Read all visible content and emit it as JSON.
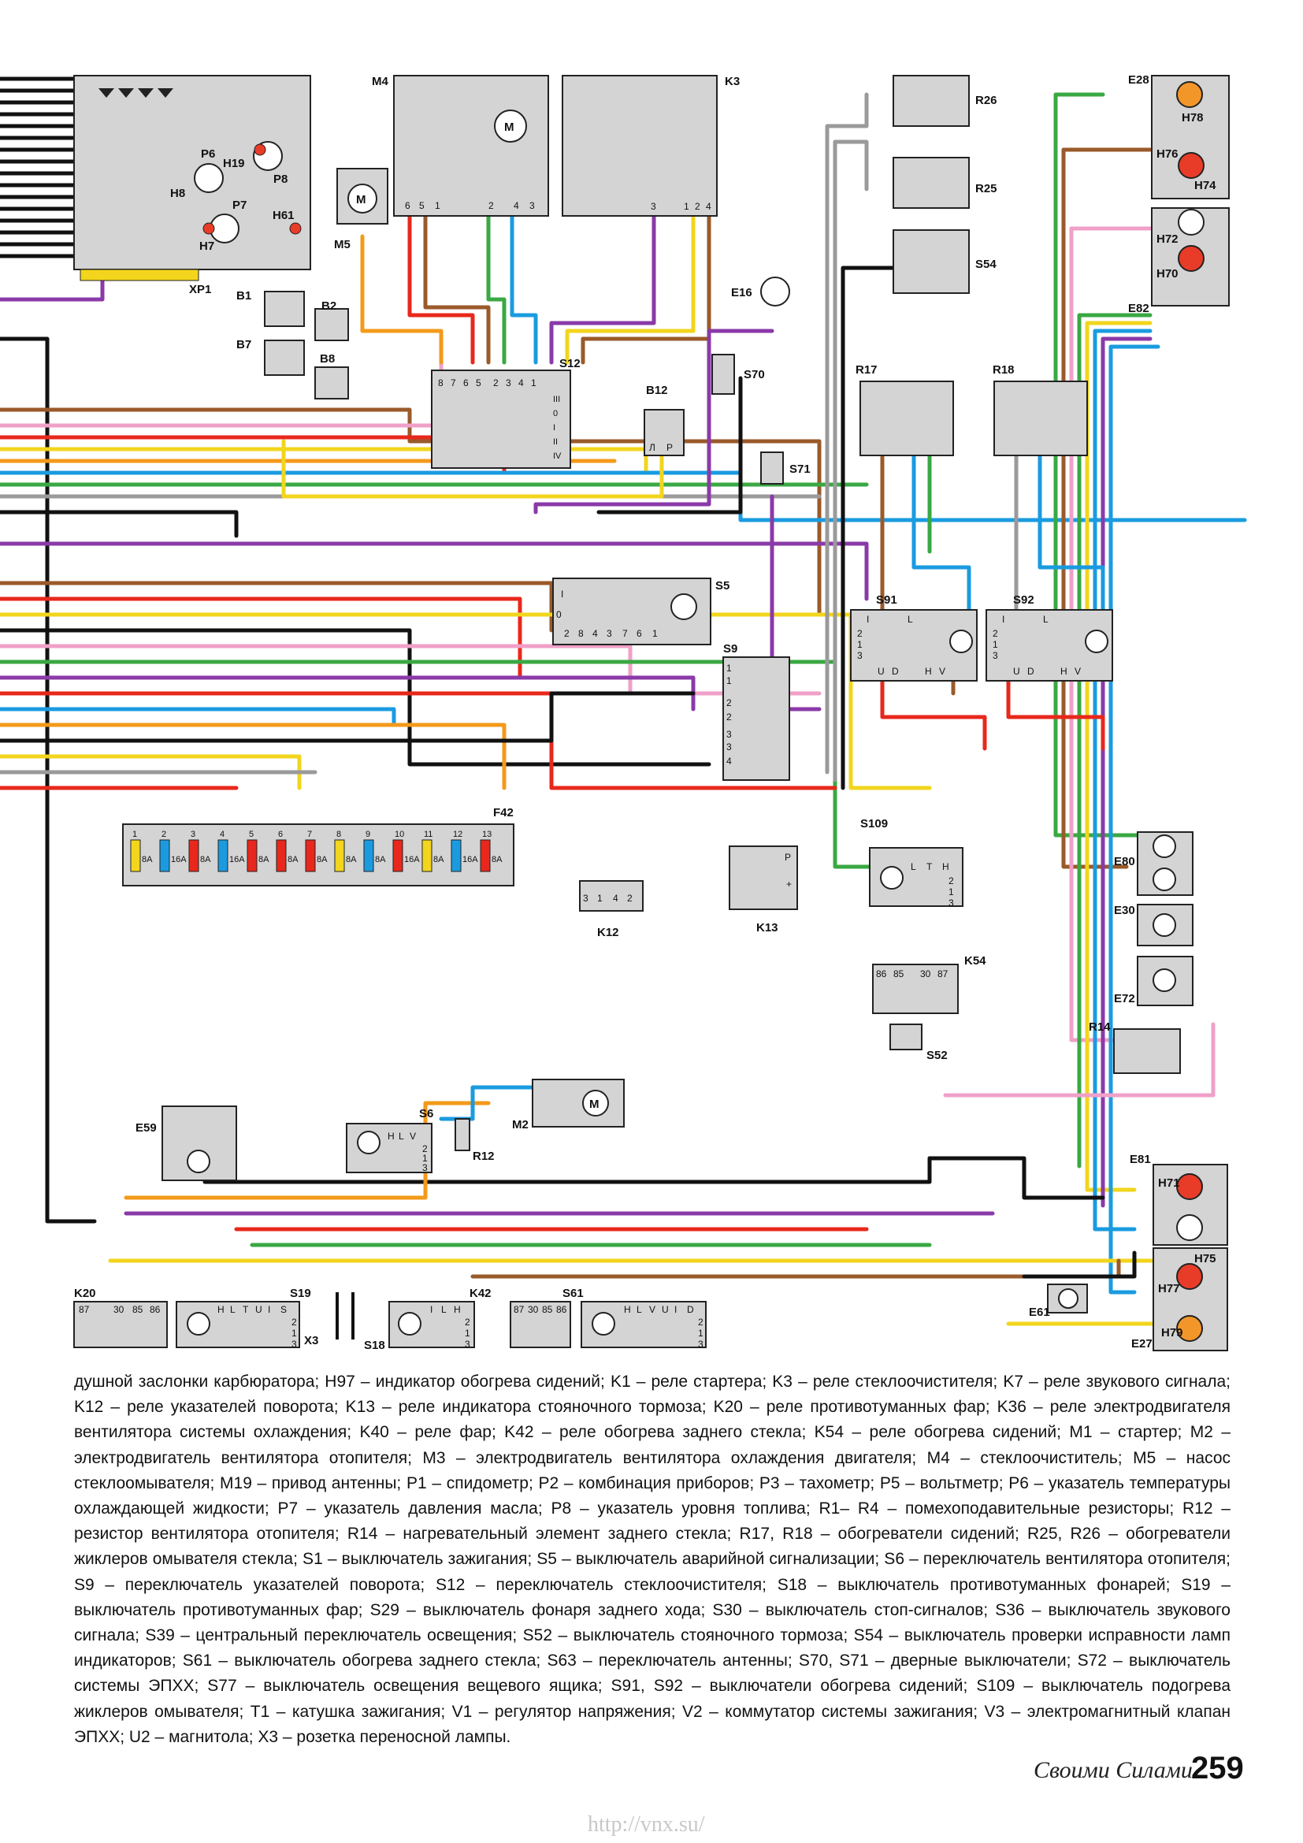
{
  "components": {
    "M4": "M4",
    "M5": "M5",
    "K3": "K3",
    "R26": "R26",
    "R25": "R25",
    "S54": "S54",
    "E28": "E28",
    "H78": "H78",
    "H76": "H76",
    "H74": "H74",
    "H72": "H72",
    "H70": "H70",
    "E82": "E82",
    "P6": "P6",
    "H19": "H19",
    "H8": "H8",
    "P8": "P8",
    "P7": "P7",
    "H7": "H7",
    "H61": "H61",
    "XP1": "XP1",
    "B1": "B1",
    "B2": "B2",
    "B7": "B7",
    "B8": "B8",
    "S12": "S12",
    "E16": "E16",
    "S70": "S70",
    "S71": "S71",
    "B12": "B12",
    "R17": "R17",
    "R18": "R18",
    "S5": "S5",
    "S9": "S9",
    "S91": "S91",
    "S92": "S92",
    "F42": "F42",
    "S109": "S109",
    "E80": "E80",
    "E30": "E30",
    "E72": "E72",
    "K12": "K12",
    "K13": "K13",
    "K54": "K54",
    "S52": "S52",
    "R14": "R14",
    "E59": "E59",
    "S6": "S6",
    "M2": "M2",
    "R12": "R12",
    "E81": "E81",
    "H71": "H71",
    "H75": "H75",
    "H77": "H77",
    "E61": "E61",
    "H79": "H79",
    "E27": "E27",
    "K20": "K20",
    "S19": "S19",
    "X3": "X3",
    "S18": "S18",
    "K42": "K42",
    "S61": "S61"
  },
  "pins": {
    "m4": [
      "6",
      "5",
      "1",
      "2",
      "4",
      "3"
    ],
    "k3": [
      "3",
      "1",
      "2",
      "4"
    ],
    "s12": [
      "8",
      "7",
      "6",
      "5",
      "2",
      "3",
      "4",
      "1"
    ],
    "s12_positions": [
      "III",
      "0",
      "I",
      "II",
      "IV"
    ],
    "b12": [
      "Л",
      "Р"
    ],
    "s5": [
      "2",
      "8",
      "4",
      "3",
      "7",
      "6",
      "1"
    ],
    "s5_rows": [
      "I",
      "0"
    ],
    "s9": [
      "1",
      "1",
      "2",
      "2",
      "3",
      "3",
      "4"
    ],
    "s91_top": [
      "I",
      "L"
    ],
    "s91_bottom": [
      "U",
      "D",
      "H",
      "V"
    ],
    "s91_rows": [
      "2",
      "1",
      "3"
    ],
    "fuses": [
      "1",
      "2",
      "3",
      "4",
      "5",
      "6",
      "7",
      "8",
      "9",
      "10",
      "11",
      "12",
      "13"
    ],
    "fuse_ratings": [
      "8A",
      "16A",
      "8A",
      "16A",
      "8A",
      "8A",
      "8A",
      "8A",
      "8A",
      "16A",
      "8A",
      "16A",
      "8A"
    ],
    "k12": [
      "3",
      "1",
      "4",
      "2"
    ],
    "k13": [
      "P",
      "+"
    ],
    "s109": [
      "L",
      "T",
      "H",
      "2",
      "1",
      "3"
    ],
    "k54": [
      "86",
      "85",
      "30",
      "87"
    ],
    "s6": [
      "H",
      "L",
      "V"
    ],
    "relay": [
      "87",
      "30",
      "85",
      "86"
    ],
    "s19": [
      "H",
      "L",
      "T",
      "U",
      "I",
      "S"
    ],
    "k42_box": [
      "I",
      "L",
      "H"
    ],
    "s61": [
      "H",
      "L",
      "V",
      "U",
      "I",
      "D"
    ],
    "rows3": [
      "2",
      "1",
      "3"
    ]
  },
  "legend_text": "душной заслонки карбюратора; H97 – индикатор обогрева сидений; K1 – реле стартера; K3 – реле стеклоочистителя; K7 – реле звукового сигнала; K12 – реле указателей поворота; K13 – реле индикатора стояночного тормоза; K20 – реле противотуманных фар; K36 – реле электродвигателя вентилятора системы охлаждения; K40 – реле фар; K42 – реле обогрева заднего стекла; K54 – реле обогрева сидений; M1 – стартер; M2 – электродвигатель вентилятора отопителя; M3 – электродвигатель вентилятора охлаждения двигателя; M4 – стеклоочиститель; M5 – насос стеклоомывателя; M19 – привод антенны; P1 – спидометр; P2 – комбинация приборов; P3 – тахометр; P5 – вольтметр; P6 – указатель температуры охлаждающей жидкости; P7 – указатель давления масла; P8 – указатель уровня топлива; R1– R4 – помехоподавительные резисторы; R12 – резистор вентилятора отопителя; R14 – нагревательный элемент заднего стекла; R17, R18 – обогреватели сидений; R25, R26 – обогреватели жиклеров омывателя стекла; S1 – выключатель зажигания; S5 – выключатель аварийной сигнализации; S6 – переключатель вентилятора отопителя; S9 – переключатель указателей поворота; S12 – переключатель стеклоочистителя; S18 – выключатель противотуманных фонарей; S19 – выключатель противотуманных фар; S29 – выключатель фонаря заднего хода; S30 – выключатель стоп-сигналов; S36 – выключатель звукового сигнала; S39 – центральный переключатель освещения; S52 – выключатель стояночного тормоза; S54 – выключатель проверки исправности ламп индикаторов; S61 – выключатель обогрева заднего стекла; S63 – переключатель антенны; S70, S71 – дверные выключатели; S72 – выключатель системы ЭПХХ; S77 – выключатель освещения вещевого ящика; S91, S92 – выключатели обогрева сидений; S109 – выключатель подогрева жиклеров омывателя; T1 – катушка зажигания; V1 – регулятор напряжения; V2 – коммутатор системы зажигания; V3 – электромагнитный клапан ЭПХХ; U2 – магнитола; X3 – розетка переносной лампы.",
  "footer": {
    "brand": "Своими Силами",
    "page_number": "259",
    "site": "http://vnx.su/"
  },
  "colors": {
    "black": "#111111",
    "red": "#e8281c",
    "green": "#3aa843",
    "blue": "#1a9be0",
    "yellow": "#f2d51c",
    "orange": "#f39a1a",
    "brown": "#9a5a2a",
    "purple": "#8a3aa8",
    "pink": "#f0a0c8",
    "gray": "#9a9a9a",
    "lamp_red": "#e83c28",
    "lamp_orange": "#f3962a"
  }
}
